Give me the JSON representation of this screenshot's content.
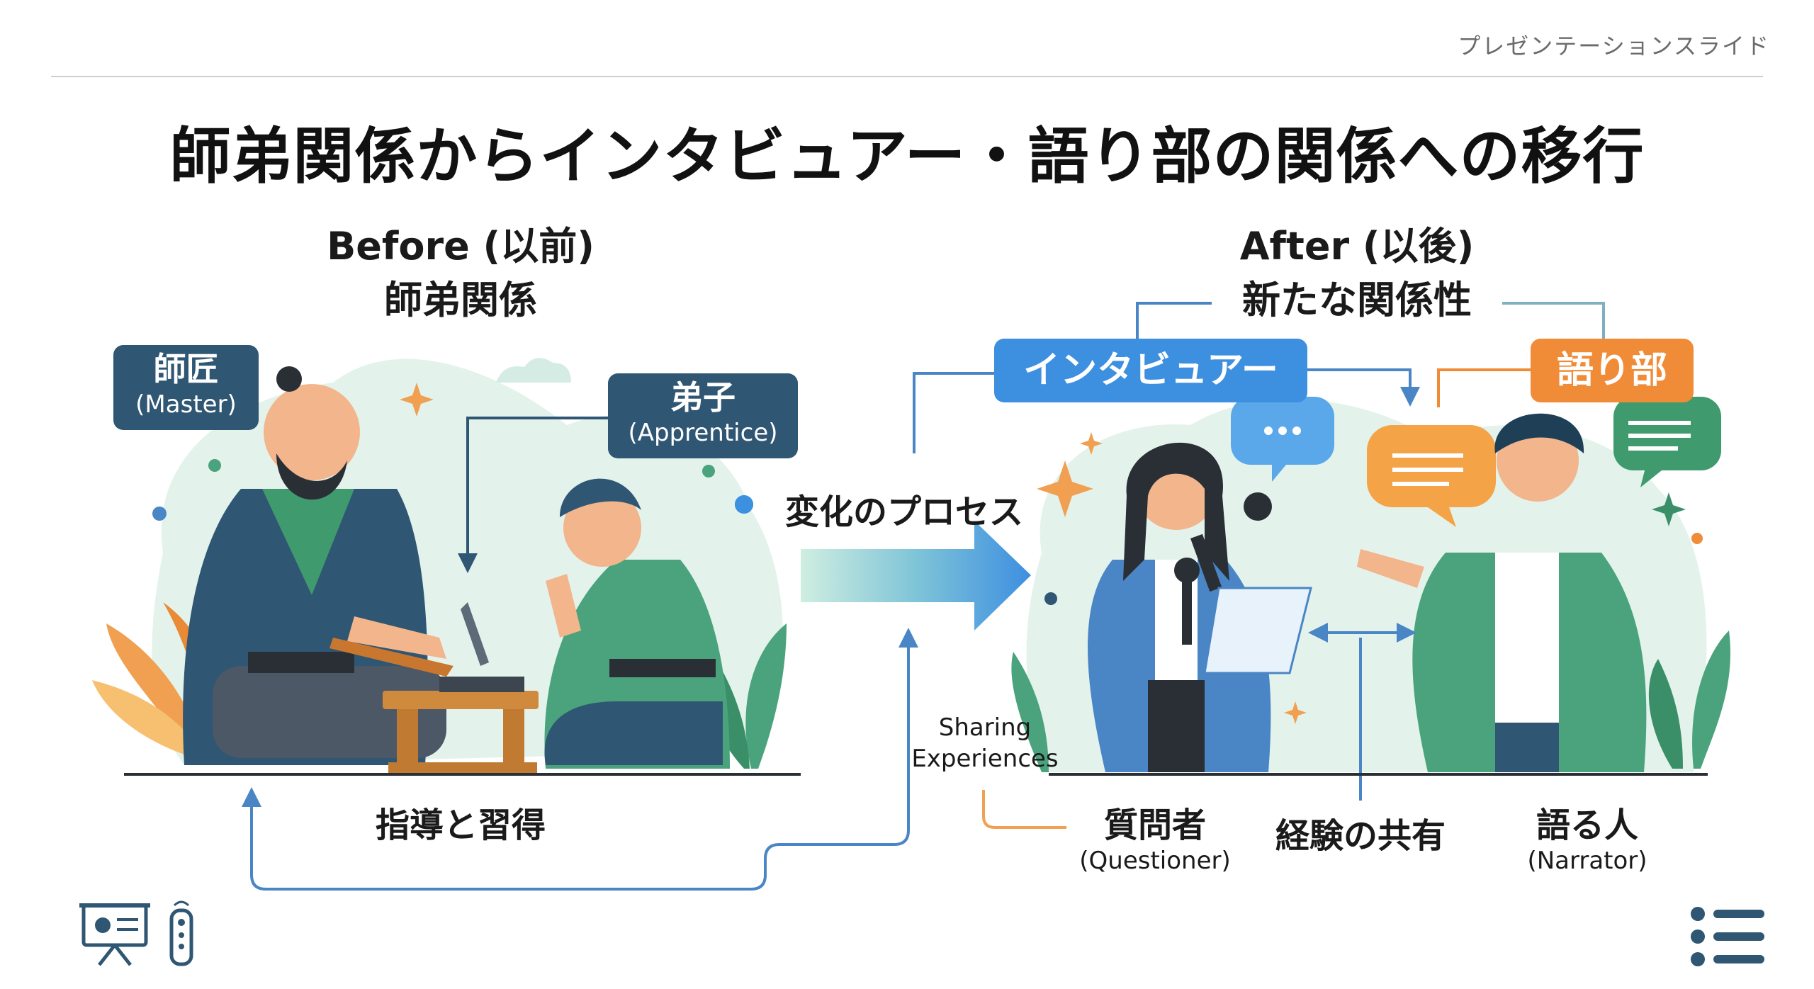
{
  "header": {
    "slide_label": "プレゼンテーションスライド"
  },
  "title": "師弟関係からインタビュアー・語り部の関係への移行",
  "before": {
    "heading_line1": "Before (以前)",
    "heading_line2": "師弟関係",
    "master_label": "師匠",
    "master_sub": "(Master)",
    "apprentice_label": "弟子",
    "apprentice_sub": "(Apprentice)",
    "caption": "指導と習得"
  },
  "process": {
    "label": "変化のプロセス"
  },
  "after": {
    "heading_line1": "After (以後)",
    "heading_line2": "新たな関係性",
    "interviewer_label": "インタビュアー",
    "narrator_box_label": "語り部",
    "sharing_line1": "Sharing",
    "sharing_line2": "Experiences",
    "questioner_label": "質問者",
    "questioner_sub": "(Questioner)",
    "shared_label": "経験の共有",
    "narrator_label": "語る人",
    "narrator_sub": "(Narrator)"
  },
  "colors": {
    "navy_box": "#2f5673",
    "interviewer_blue": "#3d8fe0",
    "narrator_orange": "#f08c38",
    "arrow_blue": "#4a86c5",
    "arrow_orange": "#f0a050",
    "bg_mint": "#e3f3ec"
  },
  "icons": [
    "presentation-board-icon",
    "remote-control-icon",
    "menu-list-icon",
    "sparkle-icon",
    "speech-bubble-icon"
  ]
}
